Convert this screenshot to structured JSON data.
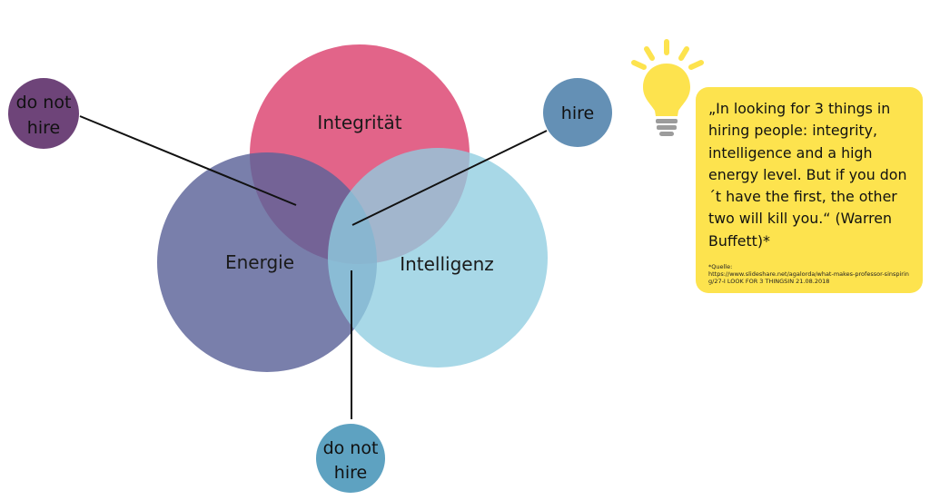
{
  "circles": {
    "integritaet": {
      "label": "Integrität",
      "color": "#e0577f"
    },
    "energie": {
      "label": "Energie",
      "color": "#5b6399"
    },
    "intelligenz": {
      "label": "Intelligenz",
      "color": "#8fcde0"
    }
  },
  "badges": {
    "top_left": {
      "line1": "do not",
      "line2": "hire",
      "color": "#6e4479"
    },
    "top_right": {
      "label": "hire",
      "color": "#6490b5"
    },
    "bottom": {
      "line1": "do not",
      "line2": "hire",
      "color": "#5ea2c1"
    }
  },
  "quote": {
    "text": "„In looking for 3 things in hiring people: integrity, intelligence and a high energy level. But if you don´t have the first, the other two will kill you.“ (Warren Buffett)*",
    "source_label": "*Quelle:",
    "source_text": "https://www.slideshare.net/agalorda/what-makes-professor-sinspiring/27-I LOOK FOR 3 THINGSIN 21.08.2018",
    "background_color": "#fde34e"
  },
  "icons": {
    "bulb": "light-bulb-icon",
    "bulb_color": "#fde34e",
    "bulb_base_color": "#9c9c9c"
  }
}
